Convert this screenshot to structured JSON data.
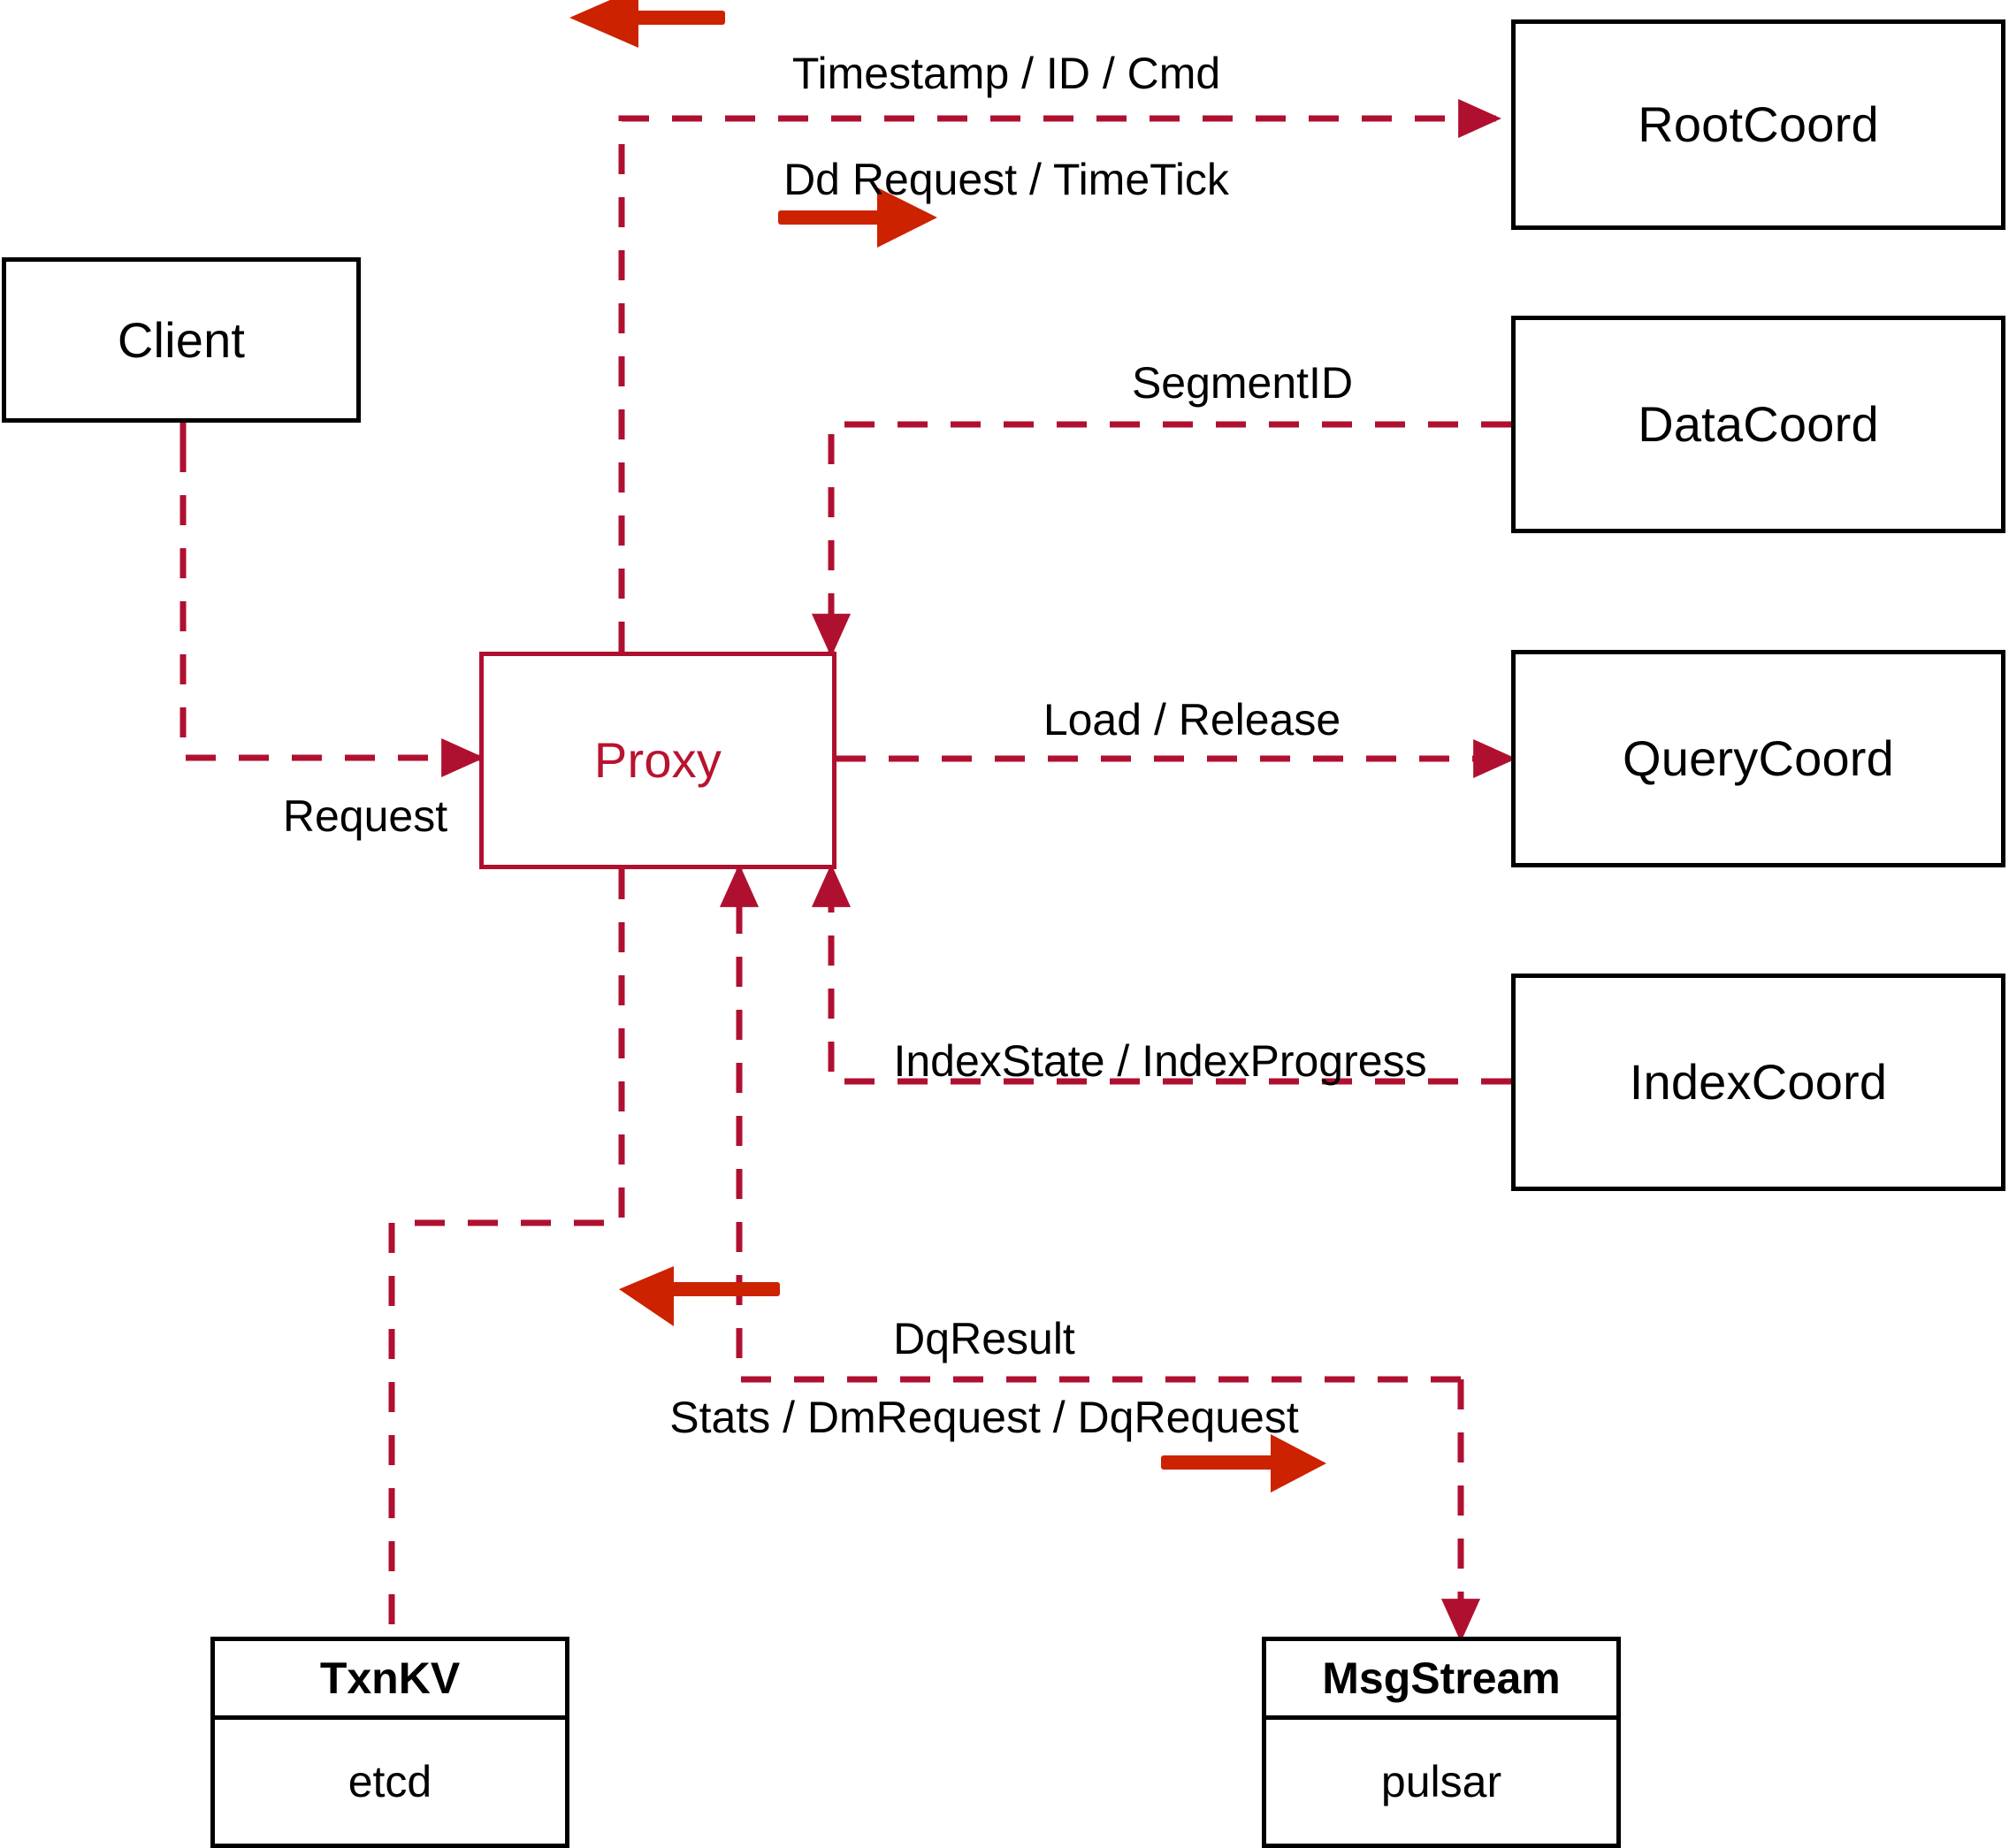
{
  "diagram": {
    "title": "Milvus Proxy component interaction diagram",
    "colors": {
      "line": "#b01030",
      "arrow_bold": "#cc2200",
      "node_border": "#000000",
      "proxy_border": "#b01030",
      "proxy_text": "#b8132f",
      "label_text": "#000000",
      "background": "#ffffff"
    }
  },
  "nodes": {
    "client": {
      "label": "Client",
      "style": "black-box"
    },
    "proxy": {
      "label": "Proxy",
      "style": "red-box"
    },
    "rootcoord": {
      "label": "RootCoord",
      "style": "black-box"
    },
    "datacoord": {
      "label": "DataCoord",
      "style": "black-box"
    },
    "querycoord": {
      "label": "QueryCoord",
      "style": "black-box"
    },
    "indexcoord": {
      "label": "IndexCoord",
      "style": "black-box"
    },
    "txnkv": {
      "title": "TxnKV",
      "impl": "etcd",
      "style": "stacked-box"
    },
    "msgstream": {
      "title": "MsgStream",
      "impl": "pulsar",
      "style": "stacked-box"
    }
  },
  "edge_labels": {
    "timestamp_id_cmd": "Timestamp / ID / Cmd",
    "dd_request_timetick": "Dd Request / TimeTick",
    "segment_id": "SegmentID",
    "request": "Request",
    "load_release": "Load / Release",
    "index_state_progress": "IndexState / IndexProgress",
    "dq_result": "DqResult",
    "stats_dm_dq_request": "Stats / DmRequest / DqRequest"
  },
  "direction_arrows": {
    "timestamp_id_cmd_dir": "left",
    "dd_request_timetick_dir": "right",
    "dq_result_dir": "left",
    "stats_dm_dq_request_dir": "right"
  }
}
